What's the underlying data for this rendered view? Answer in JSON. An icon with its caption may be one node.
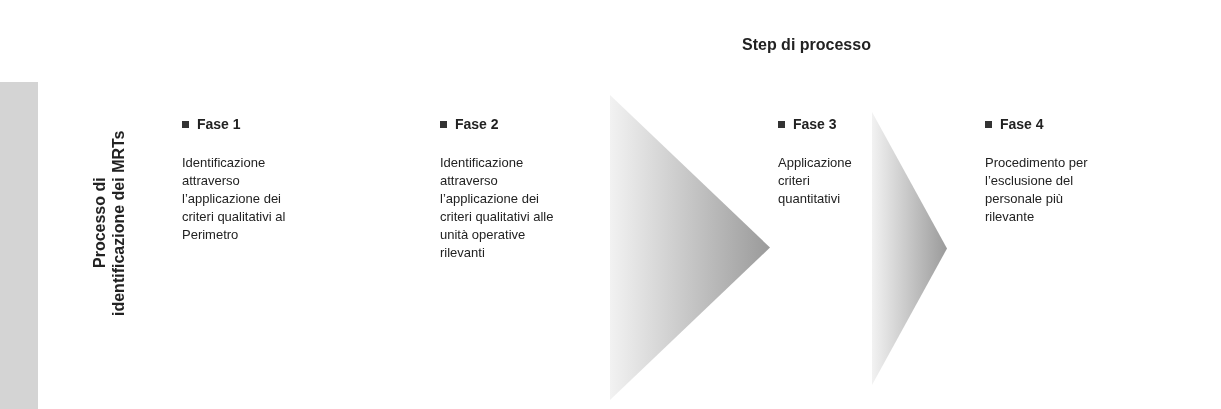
{
  "diagram": {
    "title": "Step di processo",
    "nodes": [
      {
        "text": [],
        "shape": "bar"
      },
      {
        "text": [
          "Processo di identificazione dei MRTs"
        ]
      },
      {
        "text": [
          "Fase 1",
          "Identificazione attraverso l’applicazione dei criteri qualitativi al Perimetro"
        ]
      },
      {
        "text": [
          "Fase 2",
          "Identificazione attraverso l’applicazione dei criteri qualitativi alle unità operative rilevanti"
        ]
      },
      {
        "text": [
          "Fase 3",
          "Applicazione criteri quantitativi"
        ]
      },
      {
        "text": [
          "Fase 4",
          "Procedimento per l’esclusione del personale più rilevante"
        ]
      }
    ],
    "edges": [
      {
        "from": 3,
        "to": 4,
        "arrow": "to"
      },
      {
        "from": 4,
        "to": 5,
        "arrow": "to"
      }
    ]
  }
}
